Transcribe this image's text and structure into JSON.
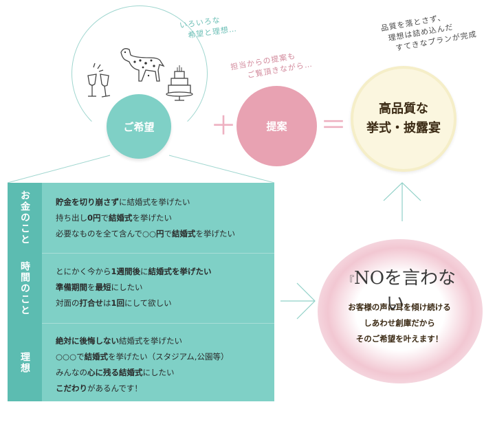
{
  "top": {
    "note_kibou": [
      "いろいろな",
      "希望と理想…"
    ],
    "note_teian": [
      "担当からの提案も",
      "ご覧頂きながら…"
    ],
    "note_result": [
      "品質を落とさず、",
      "理想は詰め込んだ",
      "すてきなプランが完成"
    ],
    "circle_kibou": "ご希望",
    "plus": "＋",
    "circle_teian": "提案",
    "equals": "＝",
    "circle_result_line1": "高品質な",
    "circle_result_line2": "挙式・披露宴"
  },
  "panel": {
    "sections": [
      {
        "label": "お金のこと",
        "items": [
          [
            {
              "t": "貯金を切り崩さず",
              "b": true
            },
            {
              "t": "に結婚式を挙げたい",
              "b": false
            }
          ],
          [
            {
              "t": "持ち出し",
              "b": false
            },
            {
              "t": "0円",
              "b": true
            },
            {
              "t": "で",
              "b": false
            },
            {
              "t": "結婚式",
              "b": true
            },
            {
              "t": "を挙げたい",
              "b": false
            }
          ],
          [
            {
              "t": "必要なものを全て含んで",
              "b": false
            },
            {
              "t": "○○円",
              "b": true
            },
            {
              "t": "で",
              "b": false
            },
            {
              "t": "結婚式",
              "b": true
            },
            {
              "t": "を挙げたい",
              "b": false
            }
          ]
        ]
      },
      {
        "label": "時間のこと",
        "items": [
          [
            {
              "t": "とにかく今から",
              "b": false
            },
            {
              "t": "1週間後",
              "b": true
            },
            {
              "t": "に",
              "b": false
            },
            {
              "t": "結婚式を挙げたい",
              "b": true
            }
          ],
          [
            {
              "t": "準備期間",
              "b": true
            },
            {
              "t": "を",
              "b": false
            },
            {
              "t": "最短",
              "b": true
            },
            {
              "t": "にしたい",
              "b": false
            }
          ],
          [
            {
              "t": "対面の",
              "b": false
            },
            {
              "t": "打合せ",
              "b": true
            },
            {
              "t": "は",
              "b": false
            },
            {
              "t": "1回",
              "b": true
            },
            {
              "t": "にして欲しい",
              "b": false
            }
          ]
        ]
      },
      {
        "label": "理想",
        "items": [
          [
            {
              "t": "絶対に後悔しない",
              "b": true
            },
            {
              "t": "結婚式を挙げたい",
              "b": false
            }
          ],
          [
            {
              "t": "○○○で",
              "b": false
            },
            {
              "t": "結婚式",
              "b": true
            },
            {
              "t": "を挙げたい（スタジアム,公園等）",
              "b": false
            }
          ],
          [
            {
              "t": "みんなの",
              "b": false
            },
            {
              "t": "心に残る結婚式",
              "b": true
            },
            {
              "t": "にしたい",
              "b": false
            }
          ],
          [
            {
              "t": "こだわり",
              "b": true
            },
            {
              "t": "があるんです！",
              "b": false
            }
          ]
        ]
      }
    ]
  },
  "no_section": {
    "open_quote": "『",
    "title": "NOを言わない",
    "close_quote": "』",
    "lines": [
      "お客様の声に耳を傾け続ける",
      "しあわせ創庫だから",
      "そのご希望を叶えます！"
    ]
  }
}
